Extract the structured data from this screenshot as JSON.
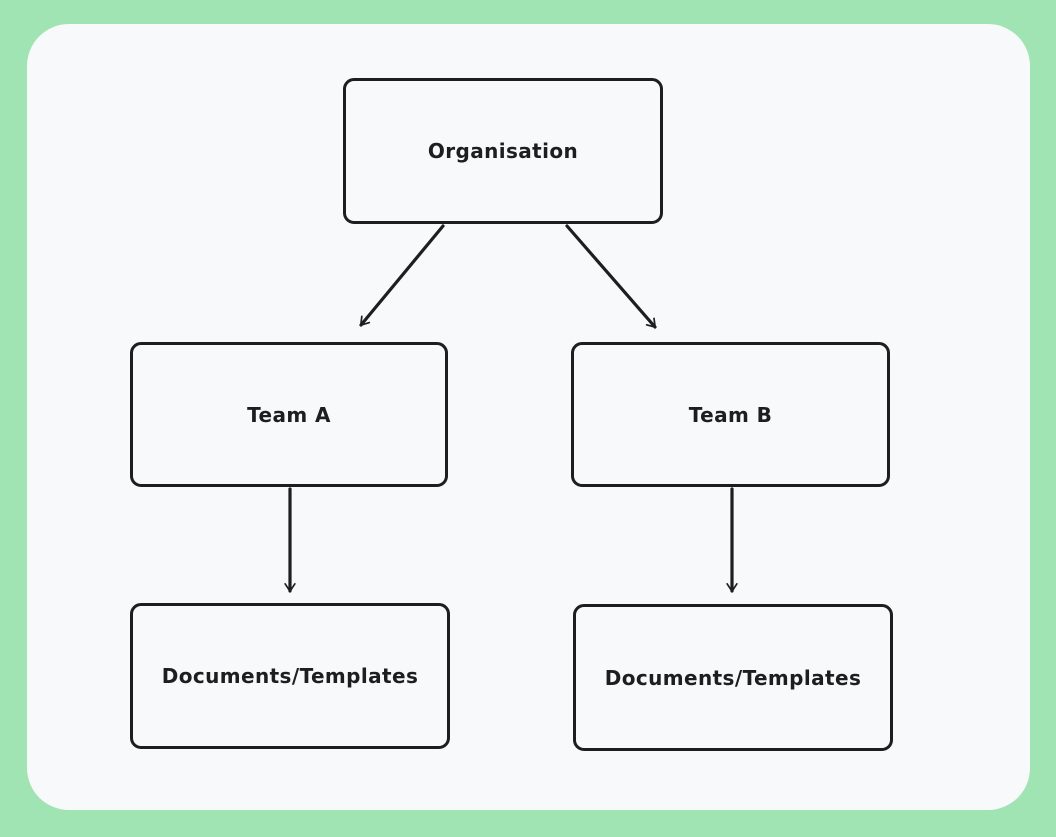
{
  "diagram": {
    "background_color": "#9fe4b2",
    "surface_color": "#f8f9fb",
    "stroke_color": "#1e1e1e",
    "nodes": [
      {
        "id": "organisation",
        "label": "Organisation"
      },
      {
        "id": "team-a",
        "label": "Team A"
      },
      {
        "id": "team-b",
        "label": "Team B"
      },
      {
        "id": "documents-a",
        "label": "Documents/Templates"
      },
      {
        "id": "documents-b",
        "label": "Documents/Templates"
      }
    ],
    "edges": [
      {
        "from": "organisation",
        "to": "team-a"
      },
      {
        "from": "organisation",
        "to": "team-b"
      },
      {
        "from": "team-a",
        "to": "documents-a"
      },
      {
        "from": "team-b",
        "to": "documents-b"
      }
    ]
  }
}
